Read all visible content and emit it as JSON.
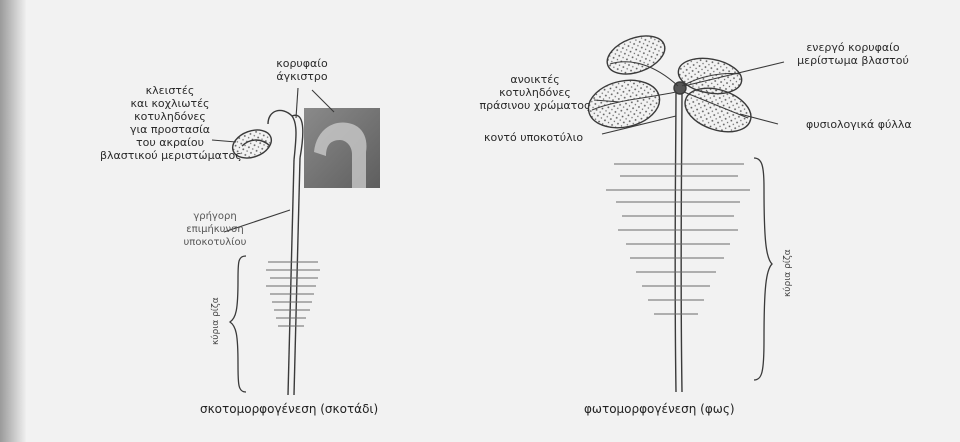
{
  "left": {
    "label_closed_cotyledons": [
      "κλειστές",
      "και κοχλιωτές",
      "κοτυληδόνες",
      "για προστασία",
      "του ακραίου",
      "βλαστικού μεριστώματος"
    ],
    "label_apical_hook": [
      "κορυφαίο",
      "άγκιστρο"
    ],
    "label_hypocotyl": [
      "γρήγορη",
      "επιμήκυνση",
      "υποκοτυλίου"
    ],
    "label_root": "κύρια ρίζα",
    "caption": "σκοτομορφογένεση (σκοτάδι)"
  },
  "right": {
    "label_open_cotyledons": [
      "ανοικτές",
      "κοτυληδόνες",
      "πράσινου χρώματος"
    ],
    "label_short_hypocotyl": "κοντό υποκοτύλιο",
    "label_meristem": [
      "ενεργό κορυφαίο",
      "μερίστωμα βλαστού"
    ],
    "label_leaves": "φυσιολογικά φύλλα",
    "label_root": "κύρια ρίζα",
    "caption": "φωτομορφογένεση (φως)"
  },
  "colors": {
    "line": "#3a3a3a",
    "photo_bg": "#7a7a7a",
    "leaf_fill": "#e6e6e6"
  }
}
